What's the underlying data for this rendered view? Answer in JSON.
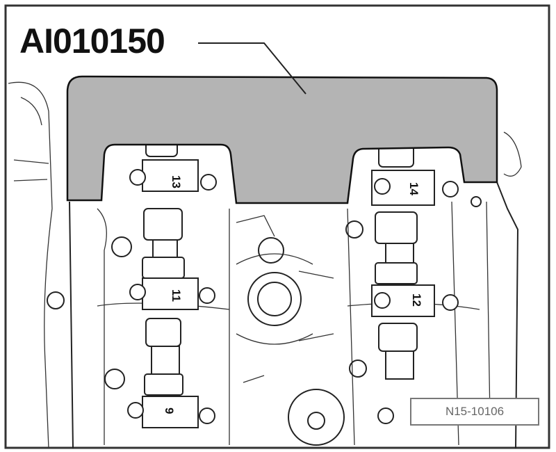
{
  "callout_label": "AI010150",
  "reference_label": "N15-10106",
  "bearing_cap_numbers": [
    "13",
    "14",
    "11",
    "12",
    "9"
  ],
  "colors": {
    "plate": "#b4b4b4",
    "line": "#222222",
    "frame": "#333333"
  }
}
